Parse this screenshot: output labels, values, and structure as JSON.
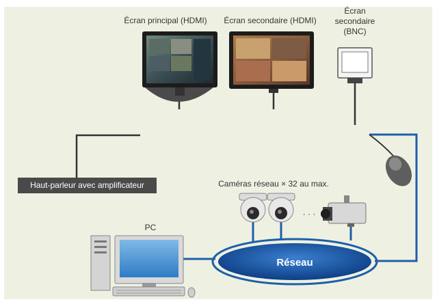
{
  "labels": {
    "main_screen": "Écran principal (HDMI)",
    "secondary_screen_hdmi": "Écran secondaire (HDMI)",
    "secondary_screen_bnc": "Écran\nsecondaire\n(BNC)",
    "speaker": "Haut-parleur avec amplificateur",
    "cameras": "Caméras réseau × 32 au max.",
    "pc": "PC",
    "network": "Réseau",
    "ellipsis": "· · ·"
  },
  "colors": {
    "background_panel": "#eef1e2",
    "network_line": "#1e5fa8",
    "speaker_label_bg": "#4a4a4a",
    "cable": "#333333"
  }
}
